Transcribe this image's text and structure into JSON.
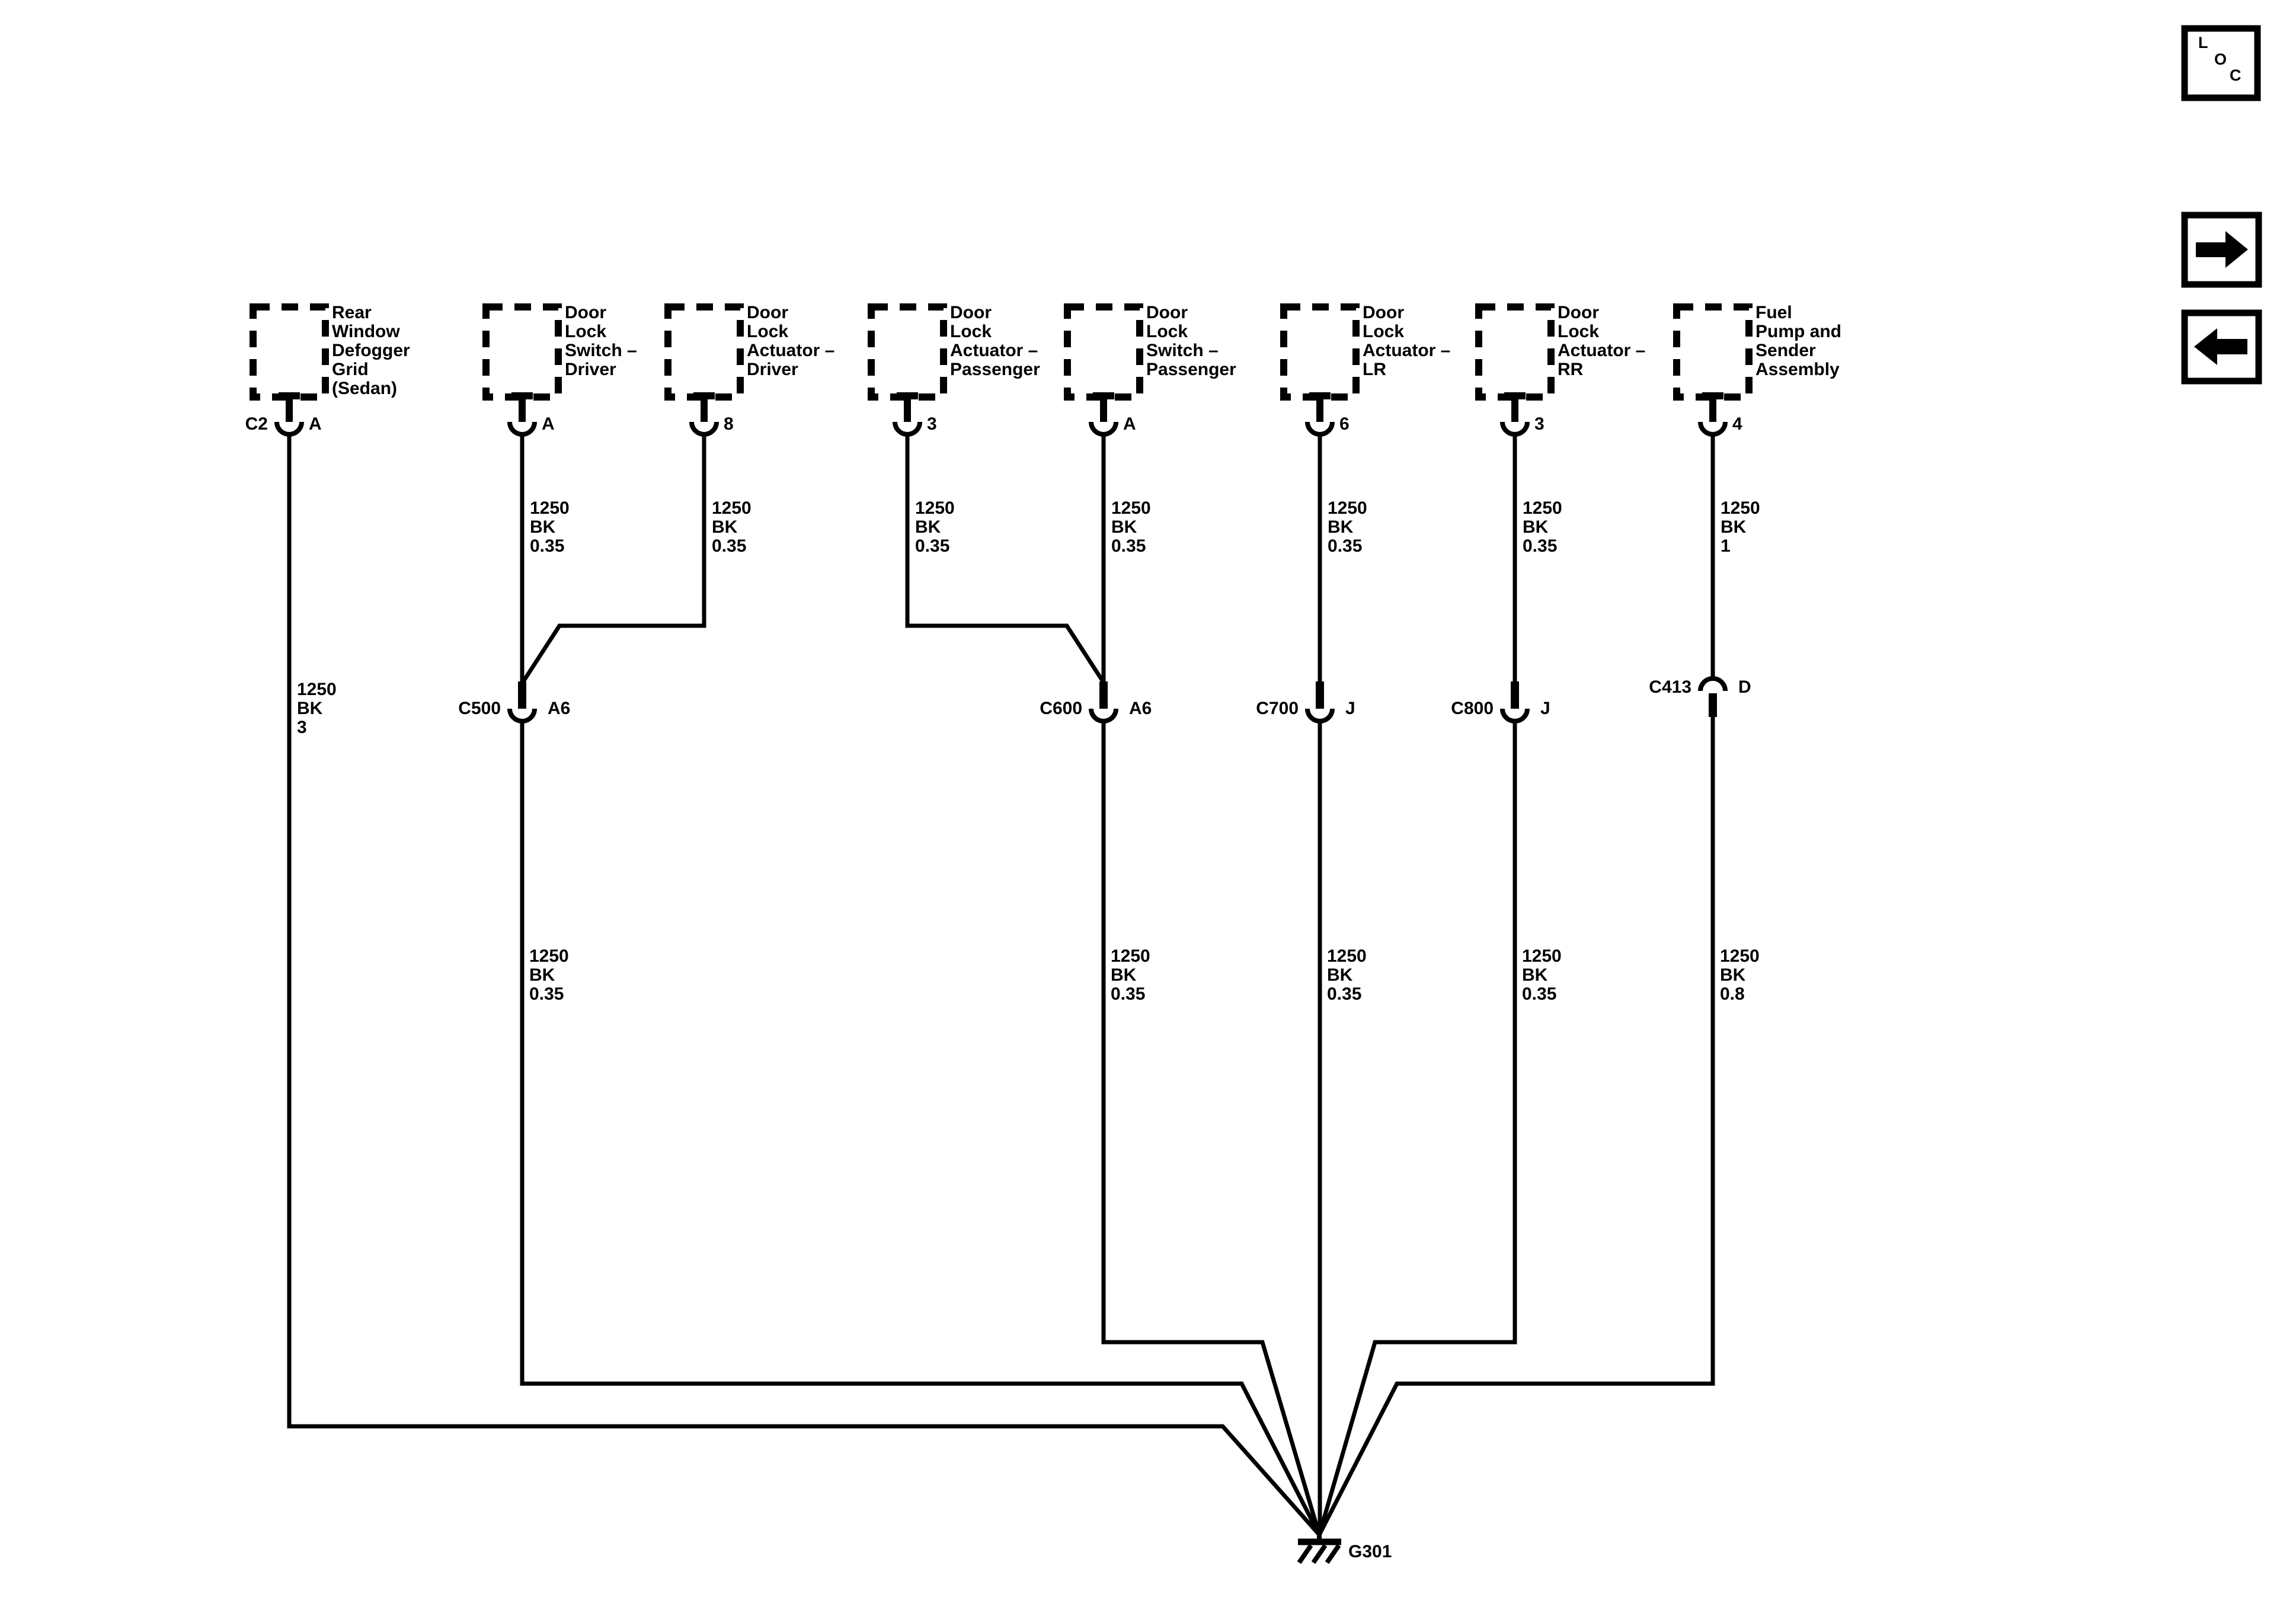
{
  "diagram": {
    "title_hint": "Ground distribution schematic",
    "ground": {
      "name": "G301"
    },
    "components": [
      {
        "label": "Rear\nWindow\nDefogger\nGrid\n(Sedan)",
        "connector": "C2",
        "pin": "A"
      },
      {
        "label": "Door\nLock\nSwitch –\nDriver",
        "pin": "A"
      },
      {
        "label": "Door\nLock\nActuator –\nDriver",
        "pin": "8"
      },
      {
        "label": "Door\nLock\nActuator –\nPassenger",
        "pin": "3"
      },
      {
        "label": "Door\nLock\nSwitch –\nPassenger",
        "pin": "A"
      },
      {
        "label": "Door\nLock\nActuator –\nLR",
        "pin": "6"
      },
      {
        "label": "Door\nLock\nActuator –\nRR",
        "pin": "3"
      },
      {
        "label": "Fuel\nPump and\nSender\nAssembly",
        "pin": "4"
      }
    ],
    "wire_labels_upper": [
      "1250\nBK\n3",
      "1250\nBK\n0.35",
      "1250\nBK\n0.35",
      "1250\nBK\n0.35",
      "1250\nBK\n0.35",
      "1250\nBK\n0.35",
      "1250\nBK\n0.35",
      "1250\nBK\n1"
    ],
    "connectors": [
      {
        "name": "C500",
        "pin": "A6"
      },
      {
        "name": "C600",
        "pin": "A6"
      },
      {
        "name": "C700",
        "pin": "J"
      },
      {
        "name": "C800",
        "pin": "J"
      },
      {
        "name": "C413",
        "pin": "D"
      }
    ],
    "wire_labels_lower": [
      "1250\nBK\n0.35",
      "1250\nBK\n0.35",
      "1250\nBK\n0.35",
      "1250\nBK\n0.35",
      "1250\nBK\n0.8"
    ]
  },
  "nav": {
    "loc": [
      "L",
      "O",
      "C"
    ]
  },
  "colors": {
    "ink": "#000000",
    "paper": "#ffffff"
  }
}
